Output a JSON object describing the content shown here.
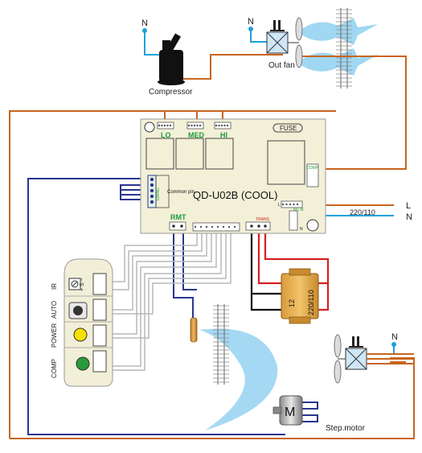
{
  "labels": {
    "n_top_left": "N",
    "n_top_fan": "N",
    "n_bottom_fan": "N",
    "compressor": "Compressor",
    "out_fan": "Out fan",
    "lo": "LO",
    "med": "MED",
    "hi": "HI",
    "fuse": "FUSE",
    "model": "QD-U02B (COOL)",
    "comp_conn": "COMP",
    "swing": "SWING",
    "common_pin": "Common pin",
    "rmt": "RMT",
    "trans": "TRANS",
    "l_small": "L",
    "nc_n": "NC-N",
    "n_small": "N",
    "line_l": "L",
    "line_n": "N",
    "voltage": "220/110",
    "trans_12": "12",
    "trans_voltage": "220/110",
    "ir": "IR",
    "auto": "AUTO",
    "power": "POWER",
    "comp": "COMP",
    "ir_pins": "+ S −",
    "motor_m": "M",
    "step_motor": "Step.motor"
  },
  "colors": {
    "orange_wire": "#c8651e",
    "blue_wire": "#2a3590",
    "neutral_wire": "#1ea0dc",
    "red_wire": "#d62020",
    "gray_wire": "#b8b8b8",
    "pcb": "#f3f0d8",
    "pcb_text": "#1f9a3e",
    "airflow": "#8fd0f0",
    "led_yellow": "#f6e000",
    "led_green": "#2a9a3a"
  }
}
